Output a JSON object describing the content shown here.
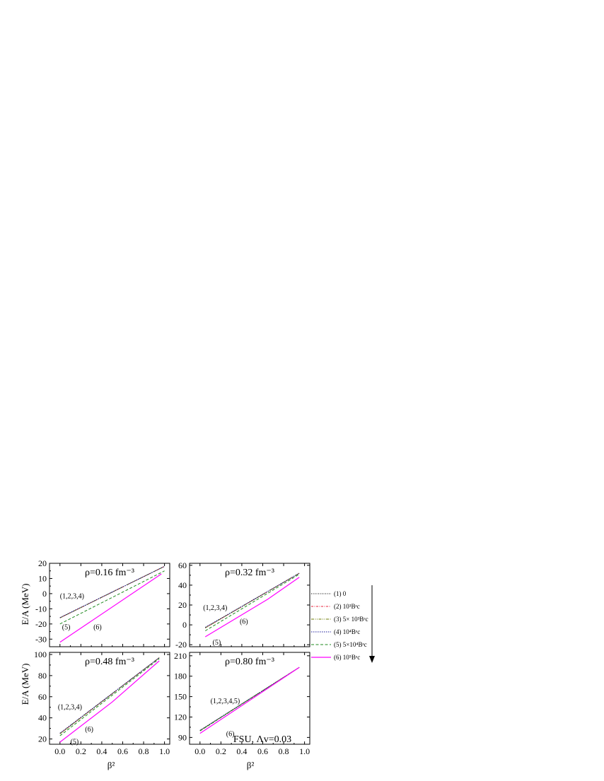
{
  "figure": {
    "ylabel": "E/A (MeV)",
    "xlabel": "β²",
    "note": "FSU, Λv=0.03",
    "legend": [
      {
        "label": "(1) 0",
        "color": "#000000",
        "dash": "1,1.5"
      },
      {
        "label": "(2) 10³Bᵉc",
        "color": "#e8203a",
        "dash": "3,1.5,1,1.5"
      },
      {
        "label": "(3) 5× 10³Bᵉc",
        "color": "#6b7a00",
        "dash": "4,1.5,1,1.5,1,1.5"
      },
      {
        "label": "(4) 10⁴Bᵉc",
        "color": "#1a1a9a",
        "dash": "1.5,1.5"
      },
      {
        "label": "(5) 5×10⁴Bᵉc",
        "color": "#1f8a1f",
        "dash": "4,2.5"
      },
      {
        "label": "(6) 10⁵Bᵉc",
        "color": "#ff00ff",
        "dash": ""
      }
    ]
  },
  "chart_data": [
    {
      "type": "line",
      "title": "ρ=0.16 fm⁻³",
      "xlim": [
        -0.1,
        1.05
      ],
      "ylim": [
        -35,
        20
      ],
      "xticks": [
        "0.0",
        "0.2",
        "0.4",
        "0.6",
        "0.8",
        "1.0"
      ],
      "xtick_values": [
        0,
        0.2,
        0.4,
        0.6,
        0.8,
        1.0
      ],
      "yticks": [
        "-30",
        "-20",
        "-10",
        "0",
        "10",
        "20"
      ],
      "ytick_values": [
        -30,
        -20,
        -10,
        0,
        10,
        20
      ],
      "show_xticklabels": false,
      "show_yaxis_title": true,
      "show_xaxis_title": false,
      "series": [
        {
          "name": "(1) 0",
          "x": [
            0,
            1.0
          ],
          "y": [
            -16,
            18
          ]
        },
        {
          "name": "(2) 10³Bᵉc",
          "x": [
            0,
            1.0
          ],
          "y": [
            -16,
            18
          ]
        },
        {
          "name": "(3) 5× 10³Bᵉc",
          "x": [
            0,
            1.0
          ],
          "y": [
            -16,
            18
          ]
        },
        {
          "name": "(4) 10⁴Bᵉc",
          "x": [
            0,
            1.0
          ],
          "y": [
            -15.8,
            18
          ]
        },
        {
          "name": "(5) 5×10⁴Bᵉc",
          "x": [
            0,
            1.0
          ],
          "y": [
            -20,
            15
          ]
        },
        {
          "name": "(6) 10⁵Bᵉc",
          "x": [
            0,
            0.97
          ],
          "y": [
            -32,
            13
          ]
        }
      ],
      "annotations": [
        {
          "text": "(1,2,3,4)",
          "x": 0.0,
          "y": -3
        },
        {
          "text": "(5)",
          "x": 0.02,
          "y": -23.5
        },
        {
          "text": "(6)",
          "x": 0.32,
          "y": -23.5
        }
      ]
    },
    {
      "type": "line",
      "title": "ρ=0.32 fm⁻³",
      "xlim": [
        -0.1,
        1.05
      ],
      "ylim": [
        -22,
        62
      ],
      "xticks": [
        "0.0",
        "0.2",
        "0.4",
        "0.6",
        "0.8",
        "1.0"
      ],
      "xtick_values": [
        0,
        0.2,
        0.4,
        0.6,
        0.8,
        1.0
      ],
      "yticks": [
        "-20",
        "0",
        "20",
        "40",
        "60"
      ],
      "ytick_values": [
        -20,
        0,
        20,
        40,
        60
      ],
      "show_xticklabels": false,
      "show_yaxis_title": false,
      "show_xaxis_title": false,
      "series": [
        {
          "name": "(1) 0",
          "x": [
            0.05,
            0.95
          ],
          "y": [
            -3,
            52
          ]
        },
        {
          "name": "(2) 10³Bᵉc",
          "x": [
            0.05,
            0.95
          ],
          "y": [
            -3,
            52
          ]
        },
        {
          "name": "(3) 5× 10³Bᵉc",
          "x": [
            0.05,
            0.95
          ],
          "y": [
            -3,
            52
          ]
        },
        {
          "name": "(4) 10⁴Bᵉc",
          "x": [
            0.05,
            0.95
          ],
          "y": [
            -2.5,
            52
          ]
        },
        {
          "name": "(5) 5×10⁴Bᵉc",
          "x": [
            0.05,
            0.95
          ],
          "y": [
            -6,
            51
          ]
        },
        {
          "name": "(6) 10⁵Bᵉc",
          "x": [
            0.05,
            0.65,
            0.95
          ],
          "y": [
            -12,
            26,
            48
          ]
        }
      ],
      "annotations": [
        {
          "text": "(1,2,3,4)",
          "x": 0.03,
          "y": 15
        },
        {
          "text": "(6)",
          "x": 0.38,
          "y": 1
        },
        {
          "text": "(5)",
          "x": 0.12,
          "y": -20
        }
      ]
    },
    {
      "type": "line",
      "title": "ρ=0.48 fm⁻³",
      "xlim": [
        -0.1,
        1.05
      ],
      "ylim": [
        15,
        102
      ],
      "xticks": [
        "0.0",
        "0.2",
        "0.4",
        "0.6",
        "0.8",
        "1.0"
      ],
      "xtick_values": [
        0,
        0.2,
        0.4,
        0.6,
        0.8,
        1.0
      ],
      "yticks": [
        "20",
        "40",
        "60",
        "80",
        "100"
      ],
      "ytick_values": [
        20,
        40,
        60,
        80,
        100
      ],
      "show_xticklabels": true,
      "show_yaxis_title": true,
      "show_xaxis_title": true,
      "series": [
        {
          "name": "(1) 0",
          "x": [
            0,
            0.95
          ],
          "y": [
            25,
            97
          ]
        },
        {
          "name": "(2) 10³Bᵉc",
          "x": [
            0,
            0.95
          ],
          "y": [
            25,
            97
          ]
        },
        {
          "name": "(3) 5× 10³Bᵉc",
          "x": [
            0,
            0.95
          ],
          "y": [
            25,
            97
          ]
        },
        {
          "name": "(4) 10⁴Bᵉc",
          "x": [
            0,
            0.95
          ],
          "y": [
            25.5,
            97
          ]
        },
        {
          "name": "(5) 5×10⁴Bᵉc",
          "x": [
            0,
            0.95
          ],
          "y": [
            23,
            96
          ]
        },
        {
          "name": "(6) 10⁵Bᵉc",
          "x": [
            0,
            0.5,
            0.95
          ],
          "y": [
            17,
            55,
            94
          ]
        }
      ],
      "annotations": [
        {
          "text": "(1,2,3,4)",
          "x": -0.02,
          "y": 48
        },
        {
          "text": "(6)",
          "x": 0.24,
          "y": 27
        },
        {
          "text": "(5)",
          "x": 0.1,
          "y": 15.5
        }
      ]
    },
    {
      "type": "line",
      "title": "ρ=0.80 fm⁻³",
      "xlim": [
        -0.1,
        1.05
      ],
      "ylim": [
        80,
        215
      ],
      "xticks": [
        "0.0",
        "0.2",
        "0.4",
        "0.6",
        "0.8",
        "1.0"
      ],
      "xtick_values": [
        0,
        0.2,
        0.4,
        0.6,
        0.8,
        1.0
      ],
      "yticks": [
        "90",
        "120",
        "150",
        "180",
        "210"
      ],
      "ytick_values": [
        90,
        120,
        150,
        180,
        210
      ],
      "show_xticklabels": true,
      "show_yaxis_title": false,
      "show_xaxis_title": true,
      "series": [
        {
          "name": "(1) 0",
          "x": [
            0,
            0.95
          ],
          "y": [
            100,
            193
          ]
        },
        {
          "name": "(2) 10³Bᵉc",
          "x": [
            0,
            0.95
          ],
          "y": [
            100,
            193
          ]
        },
        {
          "name": "(3) 5× 10³Bᵉc",
          "x": [
            0,
            0.95
          ],
          "y": [
            100,
            193
          ]
        },
        {
          "name": "(4) 10⁴Bᵉc",
          "x": [
            0,
            0.95
          ],
          "y": [
            100.5,
            193
          ]
        },
        {
          "name": "(5) 5×10⁴Bᵉc",
          "x": [
            0,
            0.95
          ],
          "y": [
            99.5,
            193
          ]
        },
        {
          "name": "(6) 10⁵Bᵉc",
          "x": [
            0,
            0.95
          ],
          "y": [
            96,
            193
          ]
        }
      ],
      "annotations": [
        {
          "text": "(1,2,3,4,5)",
          "x": 0.1,
          "y": 140
        },
        {
          "text": "(6)",
          "x": 0.25,
          "y": 92
        }
      ]
    }
  ]
}
